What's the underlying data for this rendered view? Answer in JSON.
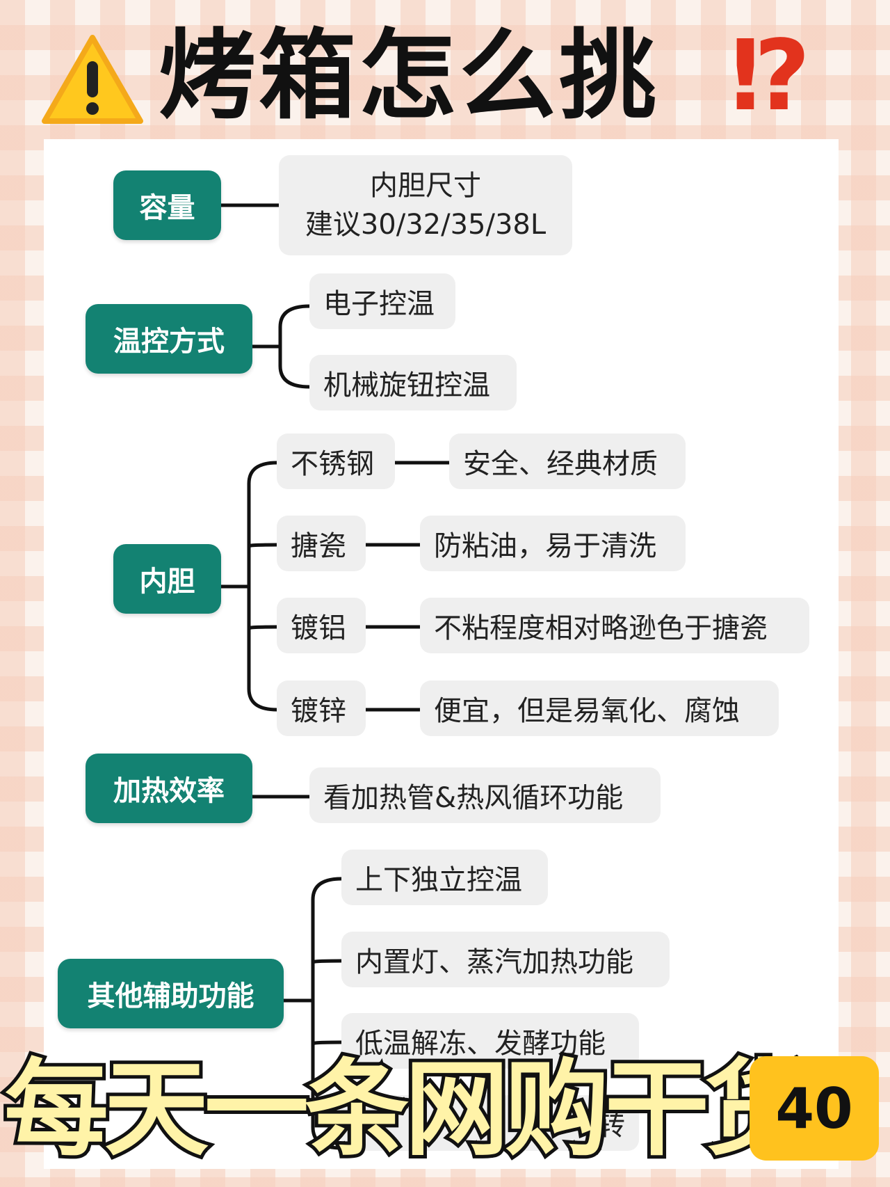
{
  "title": {
    "text": "烤箱怎么挑",
    "punct": "⁉"
  },
  "categories": [
    {
      "label": "容量",
      "items": [
        {
          "line1": "内胆尺寸",
          "line2": "建议30/32/35/38L"
        }
      ]
    },
    {
      "label": "温控方式",
      "items": [
        {
          "text": "电子控温"
        },
        {
          "text": "机械旋钮控温"
        }
      ]
    },
    {
      "label": "内胆",
      "items": [
        {
          "text": "不锈钢",
          "detail": "安全、经典材质"
        },
        {
          "text": "搪瓷",
          "detail": "防粘油，易于清洗"
        },
        {
          "text": "镀铝",
          "detail": "不粘程度相对略逊色于搪瓷"
        },
        {
          "text": "镀锌",
          "detail": "便宜，但是易氧化、腐蚀"
        }
      ]
    },
    {
      "label": "加热效率",
      "items": [
        {
          "text": "看加热管&热风循环功能"
        }
      ]
    },
    {
      "label": "其他辅助功能",
      "items": [
        {
          "text": "上下独立控温"
        },
        {
          "text": "内置灯、蒸汽加热功能"
        },
        {
          "text": "低温解冻、发酵功能"
        },
        {
          "text": "转"
        }
      ]
    }
  ],
  "banner": {
    "text": "每天一条网购干货",
    "number": "40"
  },
  "colors": {
    "node": "#138272",
    "leaf": "#efefef",
    "accent": "#e2331d",
    "badge": "#ffc21e"
  }
}
